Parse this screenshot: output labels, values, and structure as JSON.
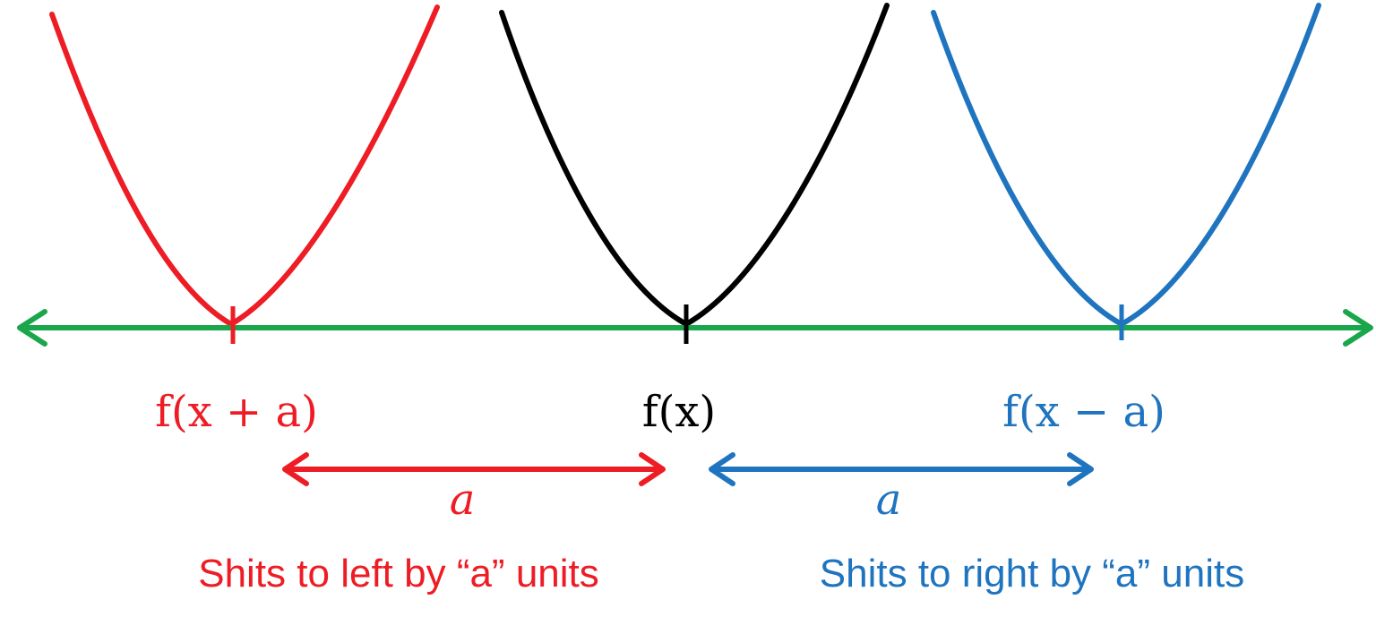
{
  "diagram": {
    "colors": {
      "axis": "#1aa64a",
      "left": "#ee1c24",
      "center": "#000000",
      "right": "#1f74bf",
      "background": "#ffffff"
    },
    "labels": {
      "left_function": "f(x + a)",
      "center_function": "f(x)",
      "right_function": "f(x − a)",
      "left_distance": "a",
      "right_distance": "a",
      "left_caption": "Shits to left by “a” units",
      "right_caption": "Shits to right by “a” units"
    }
  }
}
